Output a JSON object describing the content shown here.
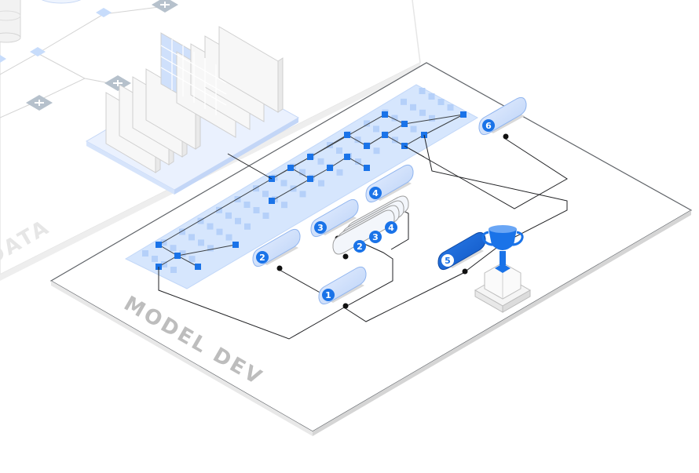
{
  "platforms": {
    "data_label": "DATA",
    "model_label": "MODEL DEV"
  },
  "nodes": {
    "n1": "1",
    "n2": "2",
    "n3": "3",
    "n4": "4",
    "n5": "5",
    "n6": "6",
    "stack": [
      "2",
      "3",
      "4"
    ]
  },
  "colors": {
    "accent": "#1a73e8",
    "accent_dark": "#1558c0",
    "pill_fill": "#cfe0fb",
    "grid_fill": "#d6e6fd",
    "platform_stroke": "#9e9e9e",
    "label_gray": "#bdbdbd"
  }
}
